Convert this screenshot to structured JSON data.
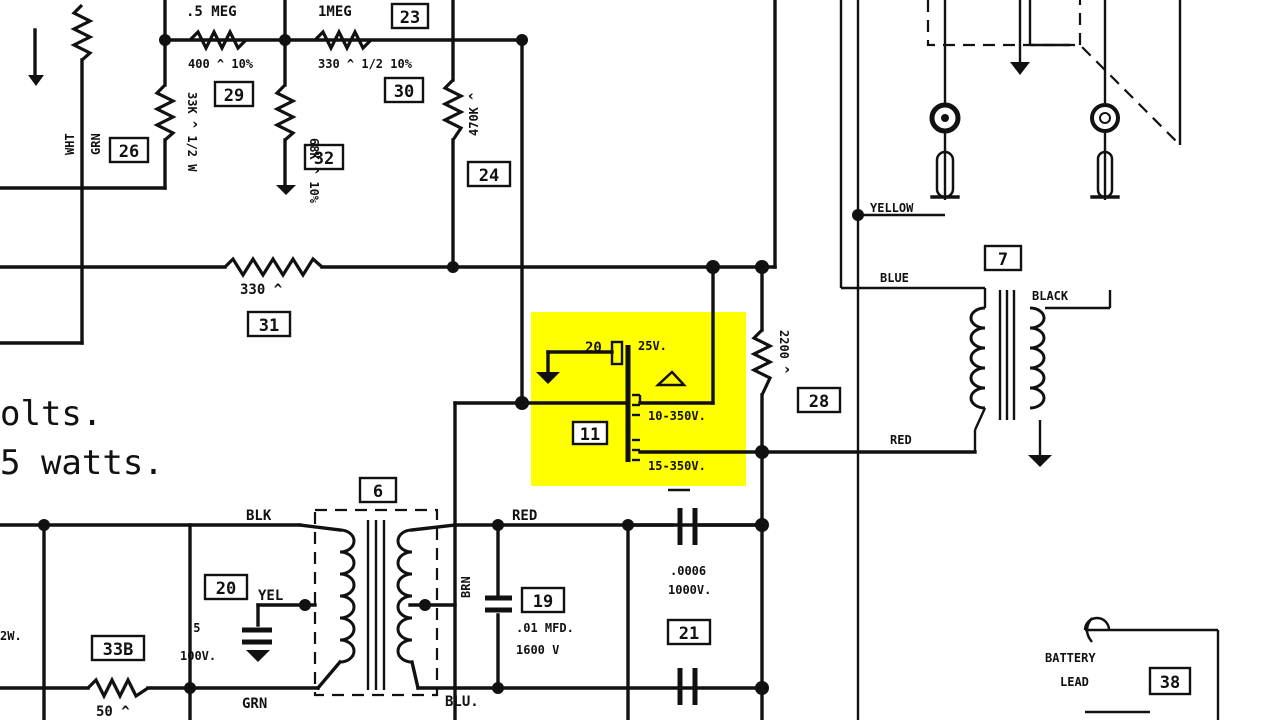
{
  "labels": {
    "r_5meg": ".5 MEG",
    "r_1meg": "1MEG",
    "r_400": "400 ^ 10%",
    "r_330_half": "330 ^ 1/2 10%",
    "r_470k": "470K ^",
    "r_330": "330 ^",
    "r_68k": "68K ^ 10%",
    "r_33k": "33K ^ 1/2 W",
    "r_2200": "2200 ^",
    "r_50": "50 ^",
    "wire_wht": "WHT",
    "wire_grn": "GRN",
    "wire_yellow": "YELLOW",
    "wire_blue": "BLUE",
    "wire_black": "BLACK",
    "wire_red": "RED",
    "wire_blk": "BLK",
    "wire_red2": "RED",
    "wire_yel": "YEL",
    "wire_grn2": "GRN",
    "wire_brn": "BRN",
    "wire_blu": "BLU.",
    "cap11_20": "20",
    "cap11_25v": "25V.",
    "cap11_10": "10-350V.",
    "cap11_15": "15-350V.",
    "cap_0006": ".0006",
    "cap_1000v": "1000V.",
    "cap_01": ".01 MFD.",
    "cap_1600v": "1600 V",
    "cap_5": ".5",
    "cap_100v": "100V.",
    "side_2w": "2W.",
    "text_volts": "olts.",
    "text_watts": "5 watts.",
    "battery": "BATTERY",
    "lead": "LEAD"
  },
  "parts": {
    "p23": "23",
    "p29": "29",
    "p30": "30",
    "p26": "26",
    "p32": "32",
    "p24": "24",
    "p31": "31",
    "p11": "11",
    "p28": "28",
    "p7": "7",
    "p6": "6",
    "p20": "20",
    "p19": "19",
    "p21": "21",
    "p33b": "33B",
    "p38": "38"
  },
  "colors": {
    "highlight": "#ffff00",
    "ink": "#111111",
    "paper": "#ffffff"
  }
}
